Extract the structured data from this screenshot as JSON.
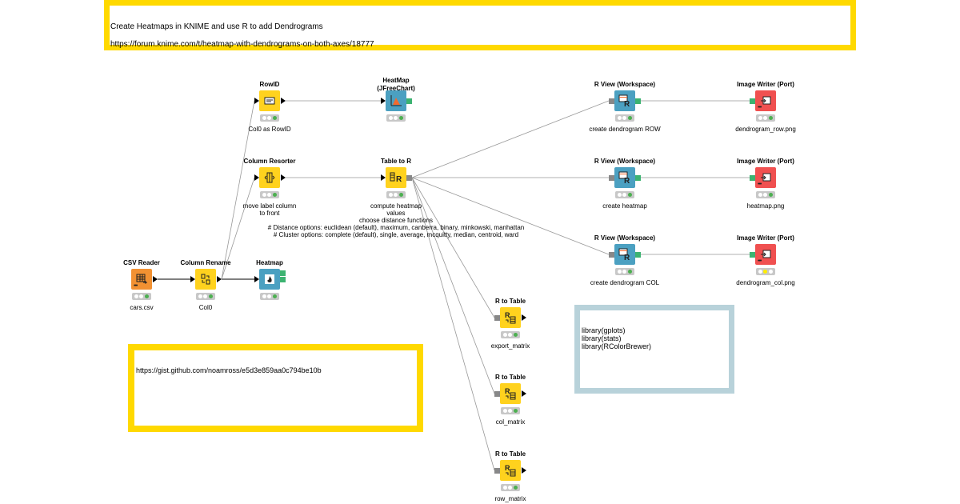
{
  "annotations": {
    "title": "Create Heatmaps in KNIME and use R to add Dendrograms\n\nhttps://forum.knime.com/t/heatmap-with-dendrograms-on-both-axes/18777",
    "gist": "https://gist.github.com/noamross/e5d3e859aa0c794be10b",
    "libraries": "library(gplots)\nlibrary(stats)\nlibrary(RColorBrewer)"
  },
  "colors": {
    "annotation_yellow": "#ffd900",
    "annotation_blue": "#b8d2da",
    "source_node": "#f29132",
    "manipulator_node": "#ffd21e",
    "view_node": "#4ba0c1",
    "sink_node": "#f05050"
  },
  "nodes": [
    {
      "id": "csv-reader",
      "title": "CSV Reader",
      "label": "cars.csv",
      "kind": "source",
      "icon": "table-reader-icon",
      "status": "executed"
    },
    {
      "id": "column-rename",
      "title": "Column Rename",
      "label": "Col0",
      "kind": "manipulator",
      "icon": "rename-icon",
      "status": "executed"
    },
    {
      "id": "heatmap",
      "title": "Heatmap",
      "label": "",
      "kind": "view",
      "icon": "heatmap-icon",
      "status": "executed"
    },
    {
      "id": "rowid",
      "title": "RowID",
      "label": "Col0 as RowID",
      "kind": "manipulator",
      "icon": "rowid-icon",
      "status": "executed"
    },
    {
      "id": "heatmap-jfree",
      "title": "HeatMap\n(JFreeChart)",
      "label": "",
      "kind": "view",
      "icon": "jfreechart-icon",
      "status": "executed"
    },
    {
      "id": "column-resorter",
      "title": "Column Resorter",
      "label": "move label column\nto front",
      "kind": "manipulator",
      "icon": "resorter-icon",
      "status": "executed"
    },
    {
      "id": "table-to-r",
      "title": "Table to R",
      "label": "compute heatmap\nvalues\nchoose distance functions\n# Distance options: euclidean (default), maximum, canberra, binary, minkowski, manhattan\n# Cluster options: complete (default), single, average, mcquitty, median, centroid, ward",
      "kind": "manipulator",
      "icon": "table-to-r-icon",
      "status": "executed"
    },
    {
      "id": "rview-row",
      "title": "R View (Workspace)",
      "label": "create dendrogram ROW",
      "kind": "view",
      "icon": "r-view-icon",
      "status": "executed"
    },
    {
      "id": "rview-heatmap",
      "title": "R View (Workspace)",
      "label": "create heatmap",
      "kind": "view",
      "icon": "r-view-icon",
      "status": "executed"
    },
    {
      "id": "rview-col",
      "title": "R View (Workspace)",
      "label": "create dendrogram COL",
      "kind": "view",
      "icon": "r-view-icon",
      "status": "executed"
    },
    {
      "id": "imgwriter-row",
      "title": "Image Writer (Port)",
      "label": "dendrogram_row.png",
      "kind": "sink",
      "icon": "image-writer-icon",
      "status": "executed"
    },
    {
      "id": "imgwriter-heatmap",
      "title": "Image Writer (Port)",
      "label": "heatmap.png",
      "kind": "sink",
      "icon": "image-writer-icon",
      "status": "executed"
    },
    {
      "id": "imgwriter-col",
      "title": "Image Writer (Port)",
      "label": "dendrogram_col.png",
      "kind": "sink",
      "icon": "image-writer-icon",
      "status": "configured"
    },
    {
      "id": "rtotable-export",
      "title": "R to Table",
      "label": "export_matrix",
      "kind": "manipulator",
      "icon": "r-to-table-icon",
      "status": "executed"
    },
    {
      "id": "rtotable-col",
      "title": "R to Table",
      "label": "col_matrix",
      "kind": "manipulator",
      "icon": "r-to-table-icon",
      "status": "executed"
    },
    {
      "id": "rtotable-row",
      "title": "R to Table",
      "label": "row_matrix",
      "kind": "manipulator",
      "icon": "r-to-table-icon",
      "status": "executed"
    }
  ],
  "connections": [
    [
      "csv-reader",
      "column-rename"
    ],
    [
      "column-rename",
      "heatmap"
    ],
    [
      "column-rename",
      "rowid"
    ],
    [
      "column-rename",
      "column-resorter"
    ],
    [
      "rowid",
      "heatmap-jfree"
    ],
    [
      "column-resorter",
      "table-to-r"
    ],
    [
      "table-to-r",
      "rview-row"
    ],
    [
      "table-to-r",
      "rview-heatmap"
    ],
    [
      "table-to-r",
      "rview-col"
    ],
    [
      "table-to-r",
      "rtotable-export"
    ],
    [
      "table-to-r",
      "rtotable-col"
    ],
    [
      "table-to-r",
      "rtotable-row"
    ],
    [
      "rview-row",
      "imgwriter-row"
    ],
    [
      "rview-heatmap",
      "imgwriter-heatmap"
    ],
    [
      "rview-col",
      "imgwriter-col"
    ]
  ]
}
